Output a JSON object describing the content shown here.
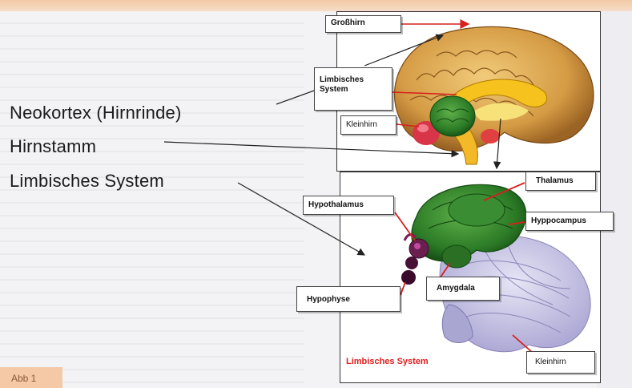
{
  "figure": {
    "labels_left": {
      "neokortex": "Neokortex (Hirnrinde)",
      "hirnstamm": "Hirnstamm",
      "limbisches": "Limbisches System"
    },
    "upper_panel": {
      "grosshirn": "Großhirn",
      "limbisches_line1": "Limbisches",
      "limbisches_line2": "System",
      "kleinhirn": "Kleinhirn"
    },
    "lower_panel": {
      "thalamus": "Thalamus",
      "hypothalamus": "Hypothalamus",
      "hyppocampus": "Hyppocampus",
      "hypophyse": "Hypophyse",
      "amygdala": "Amygdala",
      "kleinhirn": "Kleinhirn",
      "title": "Limbisches System"
    },
    "caption": "Abb 1"
  },
  "colors": {
    "arrow_red": "#d8201c",
    "brain_tan": "#d9a24c",
    "limbic_green": "#2f7f2a",
    "cerebellum_lavender": "#c9c6e6",
    "caption_bg": "#f5c9a5"
  }
}
